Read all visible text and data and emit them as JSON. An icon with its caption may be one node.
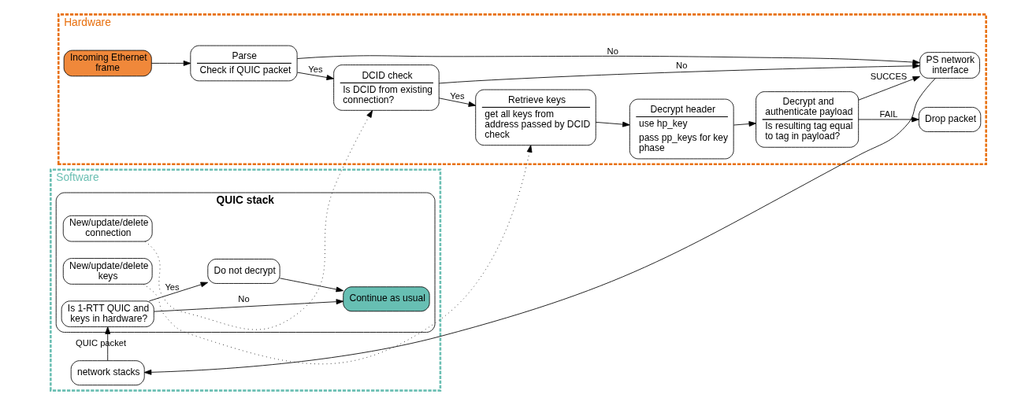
{
  "diagram": {
    "nodes": [
      {
        "text": [
          "Hardware"
        ]
      },
      {
        "text": [
          "Incoming Ethernet frame"
        ],
        "in": 0
      },
      {
        "text": [
          "Parse",
          "Check if QUIC packet"
        ],
        "in": 0
      },
      {
        "text": [
          "DCID check",
          "Is DCID from existing connection?"
        ],
        "in": 0
      },
      {
        "text": [
          "Retrieve keys",
          "get all keys from address passed by DCID check"
        ],
        "in": 0
      },
      {
        "text": [
          "Decrypt header",
          "use hp_key",
          "pass pp_keys for key phase"
        ],
        "in": 0
      },
      {
        "text": [
          "Decrypt and authenticate payload",
          "Is resulting tag equal to tag in payload?"
        ],
        "in": 0
      },
      {
        "text": [
          "Drop packet"
        ],
        "in": 0
      },
      {
        "text": [
          "PS network interface"
        ],
        "in": 0
      },
      {
        "text": [
          "Software"
        ]
      },
      {
        "text": [
          "QUIC stack"
        ],
        "in": 9
      },
      {
        "text": [
          "New/update/delete connection"
        ],
        "in": 10
      },
      {
        "text": [
          "New/update/delete keys"
        ],
        "in": 10
      },
      {
        "text": [
          "Continue as usual"
        ],
        "in": 10
      },
      {
        "text": [
          "Is 1-RTT QUIC and keys in hardware?"
        ],
        "in": 10
      },
      {
        "text": [
          "Do not decrypt"
        ],
        "in": 10
      },
      {
        "text": [
          "network stacks"
        ],
        "in": 9
      }
    ],
    "edges": [
      {
        "from": 1,
        "to": 2,
        "arrow": "to"
      },
      {
        "from": 2,
        "to": 3,
        "arrow": "to",
        "label": "Yes"
      },
      {
        "from": 2,
        "to": 8,
        "arrow": "to",
        "label": "No"
      },
      {
        "from": 3,
        "to": 4,
        "arrow": "to",
        "label": "Yes"
      },
      {
        "from": 3,
        "to": 8,
        "arrow": "to",
        "label": "No"
      },
      {
        "from": 4,
        "to": 5,
        "arrow": "to"
      },
      {
        "from": 5,
        "to": 6,
        "arrow": "to"
      },
      {
        "from": 6,
        "to": 7,
        "arrow": "to",
        "label": "FAIL"
      },
      {
        "from": 6,
        "to": 8,
        "arrow": "to",
        "label": "SUCCES"
      },
      {
        "from": 8,
        "to": 16,
        "arrow": "to"
      },
      {
        "from": 16,
        "to": 14,
        "arrow": "to",
        "label": "QUIC packet"
      },
      {
        "from": 14,
        "to": 15,
        "arrow": "to",
        "label": "Yes"
      },
      {
        "from": 14,
        "to": 13,
        "arrow": "to",
        "label": "No"
      },
      {
        "from": 15,
        "to": 13,
        "arrow": "to"
      },
      {
        "from": 11,
        "to": 3,
        "arrow": "to",
        "style": "dashed"
      },
      {
        "from": 12,
        "to": 4,
        "arrow": "to",
        "style": "dashed"
      }
    ]
  }
}
